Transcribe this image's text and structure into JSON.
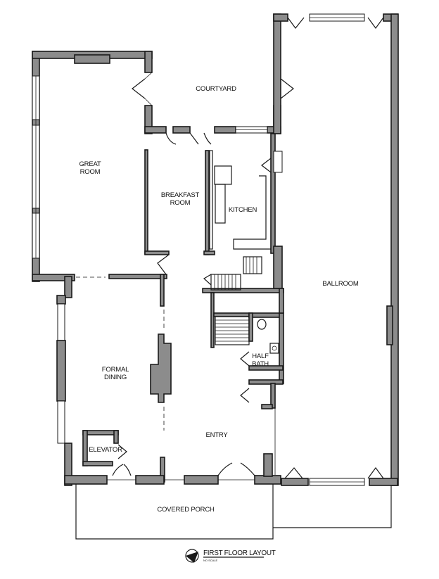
{
  "labels": {
    "courtyard": "COURTYARD",
    "great_room_1": "GREAT",
    "great_room_2": "ROOM",
    "breakfast_1": "BREAKFAST",
    "breakfast_2": "ROOM",
    "kitchen": "KITCHEN",
    "ballroom": "BALLROOM",
    "formal_1": "FORMAL",
    "formal_2": "DINING",
    "half_bath_1": "HALF",
    "half_bath_2": "BATH",
    "entry": "ENTRY",
    "elevator": "ELEVATOR",
    "covered_porch": "COVERED PORCH"
  },
  "title_block": {
    "title": "FIRST FLOOR LAYOUT",
    "scale": "NO SCALE"
  }
}
